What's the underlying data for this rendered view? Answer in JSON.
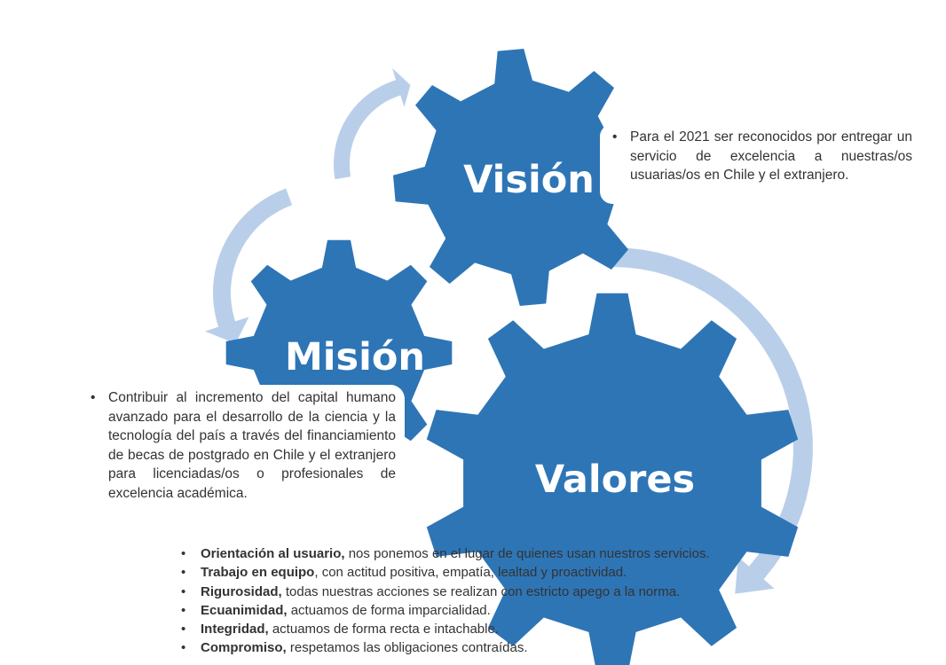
{
  "colors": {
    "gear_fill": "#2e75b6",
    "arrow_fill": "#b9cfe9",
    "text": "#333333",
    "background": "#ffffff"
  },
  "gears": {
    "vision": {
      "label": "Visión"
    },
    "mision": {
      "label": "Misión"
    },
    "valores": {
      "label": "Valores"
    }
  },
  "vision_text": "Para el 2021 ser reconocidos por entregar un servicio de excelencia a nuestras/os usuarias/os en Chile y el extranjero.",
  "mision_text": "Contribuir al incremento del capital humano avanzado para el desarrollo de la ciencia y la tecnología del país a través del financiamiento de becas de postgrado en Chile y el extranjero para licenciadas/os o profesionales de excelencia académica.",
  "valores": [
    {
      "term": "Orientación al usuario,",
      "text": " nos ponemos en el lugar de quienes usan nuestros servicios."
    },
    {
      "term": "Trabajo en equipo",
      "text": ", con actitud positiva, empatía, lealtad y proactividad."
    },
    {
      "term": "Rigurosidad,",
      "text": " todas nuestras acciones se realizan con estricto apego a la norma."
    },
    {
      "term": "Ecuanimidad,",
      "text": " actuamos de forma imparcialidad."
    },
    {
      "term": "Integridad,",
      "text": " actuamos de forma recta e intachable."
    },
    {
      "term": "Compromiso,",
      "text": " respetamos las obligaciones contraídas."
    }
  ]
}
